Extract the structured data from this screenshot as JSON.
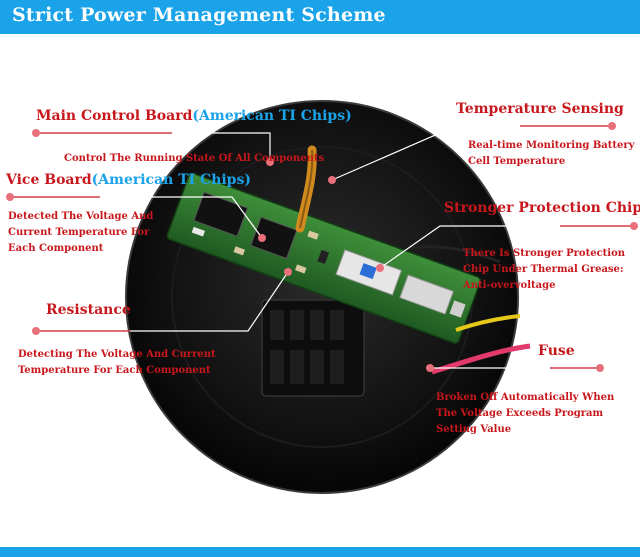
{
  "header": {
    "title": "Strict Power Management Scheme"
  },
  "colors": {
    "banner": "#1aa3e8",
    "label_red": "#c8171c",
    "accent_blue": "#1aa3e8"
  },
  "callouts": {
    "main_control": {
      "title": "Main Control Board",
      "title_accent": "(American TI Chips)",
      "desc": [
        "Control The Running State Of All Components"
      ]
    },
    "vice_board": {
      "title": "Vice Board",
      "title_accent": "(American TI Chips)",
      "desc": [
        "Detected The Voltage And",
        "Current Temperature For",
        "Each Component"
      ]
    },
    "resistance": {
      "title": "Resistance",
      "desc": [
        "Detecting The Voltage And Current",
        "Temperature For Each Component"
      ]
    },
    "temperature": {
      "title": "Temperature Sensing",
      "desc": [
        "Real-time Monitoring Battery",
        "Cell Temperature"
      ]
    },
    "protection": {
      "title": "Stronger Protection Chip",
      "desc": [
        "There Is Stronger Protection",
        "Chip Under Thermal Grease:",
        "Anti-overvoltage"
      ]
    },
    "fuse": {
      "title": "Fuse",
      "desc": [
        "Broken Off Automatically When",
        "The Voltage Exceeds Program",
        "Setting Value"
      ]
    }
  }
}
